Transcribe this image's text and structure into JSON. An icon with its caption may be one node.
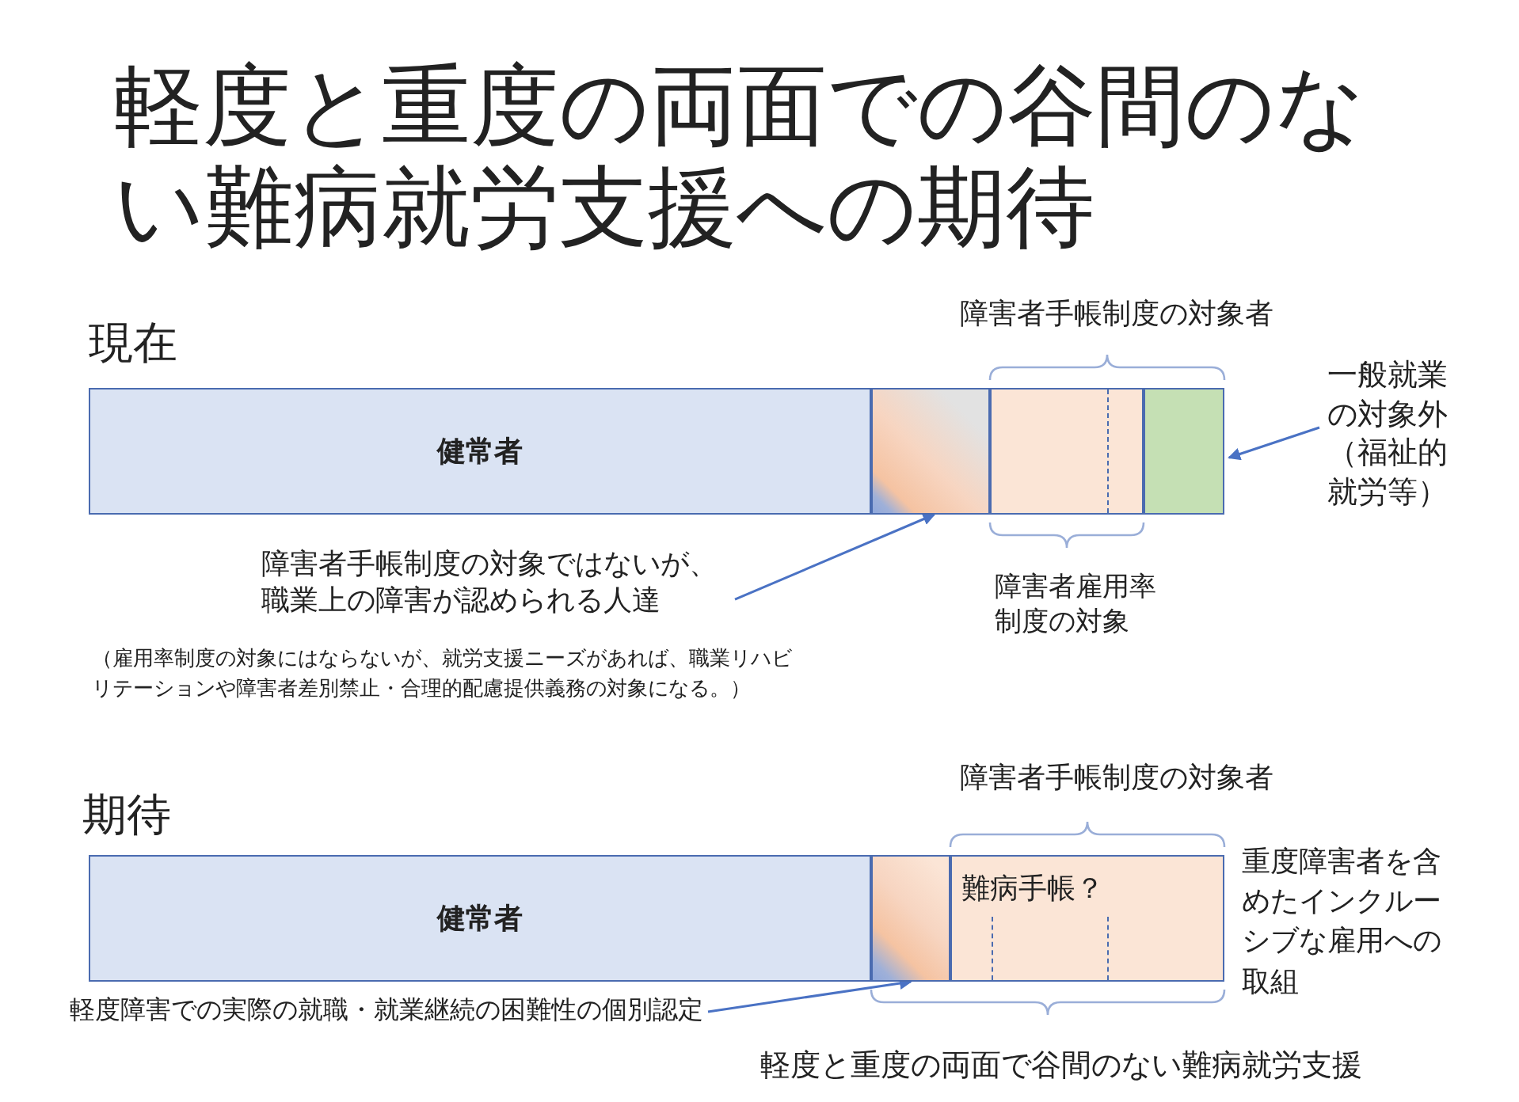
{
  "diagram": {
    "title": "軽度と重度の両面での谷間のない難病就労支援への期待",
    "nodes": [
      {
        "text": [
          "健常者"
        ]
      },
      {
        "text": [],
        "shape": "box"
      },
      {
        "text": [],
        "shape": "box"
      },
      {
        "text": [],
        "shape": "box"
      },
      {
        "text": [
          "障害者手帳制度の対象ではないが、職業上の障害が認められる人達"
        ]
      },
      {
        "text": [
          "一般就業の対象外（福祉的就労等）"
        ]
      },
      {
        "text": [
          "健常者"
        ]
      },
      {
        "text": [],
        "shape": "box"
      },
      {
        "text": [
          "難病手帳？"
        ]
      },
      {
        "text": [
          "軽度障害での実際の就職・就業継続の困難性の個別認定"
        ]
      }
    ],
    "edges": [
      {
        "from": 4,
        "to": 1,
        "arrow": "to"
      },
      {
        "from": 5,
        "to": 3,
        "arrow": "to"
      },
      {
        "from": 9,
        "to": 7,
        "arrow": "to"
      }
    ],
    "labels": [
      "現在",
      "障害者手帳制度の対象者",
      "障害者雇用率制度の対象",
      "（雇用率制度の対象にはならないが、就労支援ニーズがあれば、職業リハビリテーションや障害者差別禁止・合理的配慮提供義務の対象になる。）",
      "期待",
      "障害者手帳制度の対象者",
      "重度障害者を含めたインクルーシブな雇用への取組",
      "軽度と重度の両面で谷間のない難病就労支援"
    ]
  }
}
